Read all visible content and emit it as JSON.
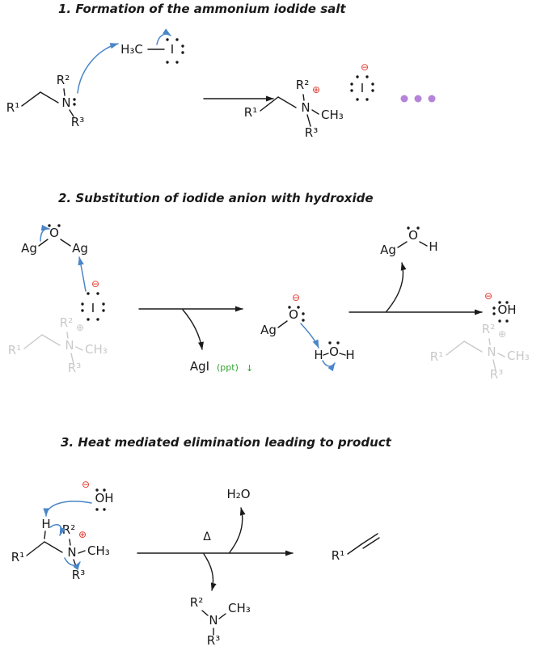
{
  "colors": {
    "ink": "#1a1a1a",
    "arrow_blue": "#4a86c8",
    "charge_red": "#e0382e",
    "green": "#33a033",
    "purple": "#b584d9",
    "gray": "#c9c9c9"
  },
  "sections": [
    {
      "title": "1. Formation of the ammonium iodide salt"
    },
    {
      "title": "2. Substitution of iodide anion with hydroxide"
    },
    {
      "title": "3. Heat mediated elimination leading to product"
    }
  ],
  "labels": {
    "R1": "R¹",
    "R2": "R²",
    "R3": "R³",
    "N": "N",
    "O": "O",
    "H": "H",
    "I": "I",
    "Ag": "Ag",
    "CH3": "CH₃",
    "H3C": "H₃C",
    "OH": "OH",
    "H2O": "H₂O",
    "AgI": "AgI",
    "ppt": "(ppt)",
    "down_arrow": "↓",
    "delta": "Δ",
    "plus": "⊕",
    "minus": "⊖"
  }
}
